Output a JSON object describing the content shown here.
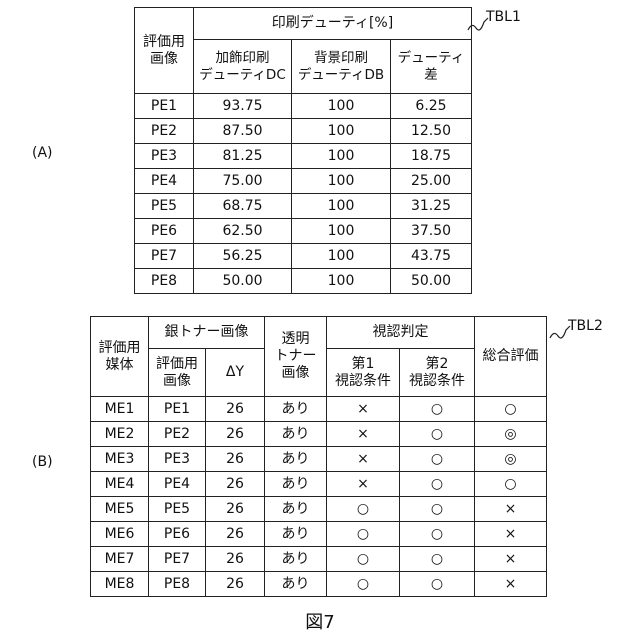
{
  "labels": {
    "section_a": "(A)",
    "section_b": "(B)",
    "tbl1_ref": "TBL1",
    "tbl2_ref": "TBL2",
    "figure_caption": "図7"
  },
  "table1": {
    "header_image": "評価用\n画像",
    "header_group": "印刷デューティ[%]",
    "header_dc": "加飾印刷\nデューティDC",
    "header_db": "背景印刷\nデューティDB",
    "header_diff": "デューティ\n差",
    "rows": [
      {
        "image": "PE1",
        "dc": "93.75",
        "db": "100",
        "diff": "6.25"
      },
      {
        "image": "PE2",
        "dc": "87.50",
        "db": "100",
        "diff": "12.50"
      },
      {
        "image": "PE3",
        "dc": "81.25",
        "db": "100",
        "diff": "18.75"
      },
      {
        "image": "PE4",
        "dc": "75.00",
        "db": "100",
        "diff": "25.00"
      },
      {
        "image": "PE5",
        "dc": "68.75",
        "db": "100",
        "diff": "31.25"
      },
      {
        "image": "PE6",
        "dc": "62.50",
        "db": "100",
        "diff": "37.50"
      },
      {
        "image": "PE7",
        "dc": "56.25",
        "db": "100",
        "diff": "43.75"
      },
      {
        "image": "PE8",
        "dc": "50.00",
        "db": "100",
        "diff": "50.00"
      }
    ]
  },
  "table2": {
    "header_medium": "評価用\n媒体",
    "header_silver_group": "銀トナー画像",
    "header_silver_image": "評価用\n画像",
    "header_delta_y": "ΔY",
    "header_clear": "透明\nトナー\n画像",
    "header_visual_group": "視認判定",
    "header_cond1": "第1\n視認条件",
    "header_cond2": "第2\n視認条件",
    "header_overall": "総合評価",
    "rows": [
      {
        "medium": "ME1",
        "image": "PE1",
        "dy": "26",
        "clear": "あり",
        "c1": "×",
        "c2": "○",
        "overall": "○"
      },
      {
        "medium": "ME2",
        "image": "PE2",
        "dy": "26",
        "clear": "あり",
        "c1": "×",
        "c2": "○",
        "overall": "◎"
      },
      {
        "medium": "ME3",
        "image": "PE3",
        "dy": "26",
        "clear": "あり",
        "c1": "×",
        "c2": "○",
        "overall": "◎"
      },
      {
        "medium": "ME4",
        "image": "PE4",
        "dy": "26",
        "clear": "あり",
        "c1": "×",
        "c2": "○",
        "overall": "○"
      },
      {
        "medium": "ME5",
        "image": "PE5",
        "dy": "26",
        "clear": "あり",
        "c1": "○",
        "c2": "○",
        "overall": "×"
      },
      {
        "medium": "ME6",
        "image": "PE6",
        "dy": "26",
        "clear": "あり",
        "c1": "○",
        "c2": "○",
        "overall": "×"
      },
      {
        "medium": "ME7",
        "image": "PE7",
        "dy": "26",
        "clear": "あり",
        "c1": "○",
        "c2": "○",
        "overall": "×"
      },
      {
        "medium": "ME8",
        "image": "PE8",
        "dy": "26",
        "clear": "あり",
        "c1": "○",
        "c2": "○",
        "overall": "×"
      }
    ]
  }
}
